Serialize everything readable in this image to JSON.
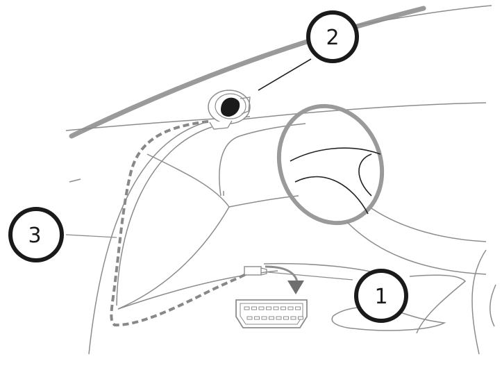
{
  "diagram": {
    "colors": {
      "line": "#8c8c8c",
      "line_dark": "#222222",
      "thick_gray": "#9a9a9a",
      "callout_ring": "#1a1a1a",
      "background": "#ffffff"
    },
    "callouts": [
      {
        "id": "1",
        "label": "1",
        "points_to": "obd-port-plug"
      },
      {
        "id": "2",
        "label": "2",
        "points_to": "dash-camera"
      },
      {
        "id": "3",
        "label": "3",
        "points_to": "cable-route"
      }
    ],
    "icons": {
      "camera": "dash-camera-icon",
      "obd_port": "obd-port-icon",
      "plug": "obd-plug-icon",
      "arrow": "insert-arrow-icon"
    }
  }
}
